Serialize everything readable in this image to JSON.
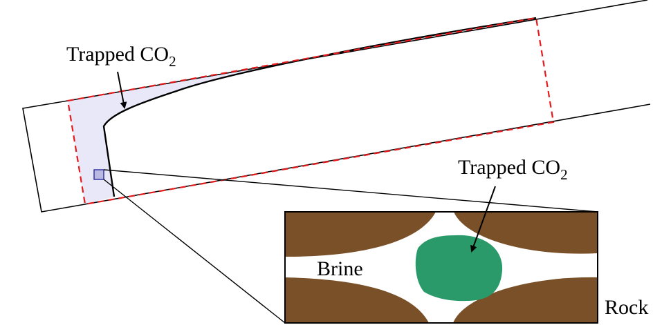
{
  "labels": {
    "trapped_top": "Trapped CO",
    "trapped_top_sub": "2",
    "trapped_inset": "Trapped CO",
    "trapped_inset_sub": "2",
    "brine": "Brine",
    "rock": "Rock"
  },
  "colors": {
    "outline": "#000000",
    "dashed": "#e41a1c",
    "trapped_fill": "#e8e8f8",
    "rock": "#7a5028",
    "co2_blob": "#2a9a6a",
    "marker": "#2a2aa0"
  }
}
